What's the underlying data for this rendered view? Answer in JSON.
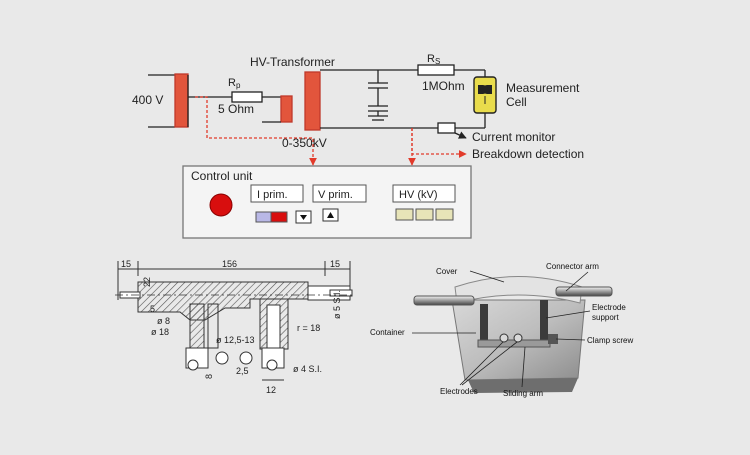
{
  "circuit": {
    "supply_voltage": "400 V",
    "rp_symbol": "R",
    "rp_subscript": "p",
    "rp_value": "5 Ohm",
    "transformer_label": "HV-Transformer",
    "transformer_range": "0-350kV",
    "rs_symbol": "R",
    "rs_subscript": "S",
    "rs_value": "1MOhm",
    "cell_label_line1": "Measurement",
    "cell_label_line2": "Cell",
    "current_monitor": "Current monitor",
    "breakdown_detection": "Breakdown detection"
  },
  "control_unit": {
    "title": "Control unit",
    "i_prim": "I prim.",
    "v_prim": "V prim.",
    "hv_kv": "HV (kV)"
  },
  "drawing": {
    "dim_left": "15",
    "dim_total": "156",
    "dim_right": "15",
    "dim_22": "22",
    "dim_5": "5",
    "dim_d8": "ø 8",
    "dim_d18": "ø 18",
    "dim_d12": "ø 12,5-13",
    "dim_r18": "r = 18",
    "dim_d5": "ø 5 S.I.",
    "dim_25": "2,5",
    "dim_d4": "ø 4 S.I.",
    "dim_12": "12",
    "dim_8": "8"
  },
  "photo": {
    "cover": "Cover",
    "connector_arm": "Connector arm",
    "electrode_support_1": "Electrode",
    "electrode_support_2": "support",
    "container": "Container",
    "clamp_screw": "Clamp screw",
    "electrodes": "Electrodes",
    "sliding_arm": "Sliding arm"
  },
  "colors": {
    "background": "#e9e9e9",
    "transformer": "#e2553c",
    "signal_line": "#e23b2b",
    "led": "#d80e0e",
    "panel": "#f4f4f4",
    "display": "#e7e4b8"
  }
}
